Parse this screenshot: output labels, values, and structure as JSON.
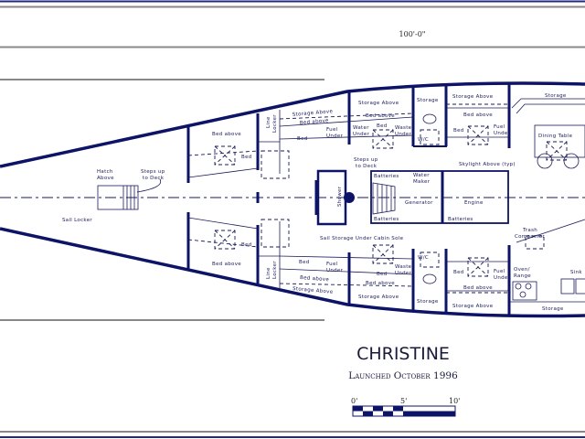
{
  "drawing": {
    "overall_length": "100'-0\"",
    "boat_name": "CHRISTINE",
    "launched": "Launched October 1996",
    "scale": {
      "labels": [
        "0'",
        "5'",
        "10'"
      ]
    },
    "colors": {
      "ink": "#0d1366",
      "rule": "#888888"
    }
  },
  "labels": {
    "hatch_above": [
      "Hatch",
      "Above"
    ],
    "steps_fwd": [
      "Steps up",
      "to Deck"
    ],
    "sail_locker": "Sail Locker",
    "bed_above_p": "Bed above",
    "bed_p": "Bed",
    "bed_above_s": "Bed above",
    "bed_s": "Bed",
    "line_locker_p": [
      "Line",
      "Locker"
    ],
    "line_locker_s": [
      "Line",
      "Locker"
    ],
    "storage_above_1p": "Storage Above",
    "bed_above_1p": "Bed above",
    "bed_1p": "Bed",
    "fuel_under_1p": [
      "Fuel",
      "Under"
    ],
    "storage_above_1s": "Storage Above",
    "bed_above_1s": "Bed above",
    "bed_1s": "Bed",
    "fuel_under_1s": [
      "Fuel",
      "Under"
    ],
    "storage_above_2p": "Storage Above",
    "bed_above_2p": "Bed above",
    "water_under": [
      "Water",
      "Under"
    ],
    "bed_2p": "Bed",
    "waste_under_2p": [
      "Waste",
      "Under"
    ],
    "storage_above_2s": "Storage Above",
    "bed_above_2s": "Bed above",
    "bed_2s": "Bed",
    "waste_under_2s": [
      "Waste",
      "Under"
    ],
    "steps_mid": [
      "Steps up",
      "to Deck"
    ],
    "shower": "Shower",
    "storage_p": "Storage",
    "storage_s": "Storage",
    "wc_p": "W/C",
    "wc_s": "W/C",
    "batteries_1": "Batteries",
    "batteries_2": "Batteries",
    "batteries_3": "Batteries",
    "water_maker": [
      "Water",
      "Maker"
    ],
    "generator": "Generator",
    "engine": "Engine",
    "sail_storage": "Sail Storage Under Cabin Sole",
    "storage_above_3p": "Storage Above",
    "bed_above_3p": "Bed above",
    "bed_3p": "Bed",
    "fuel_under_3p": [
      "Fuel",
      "Under"
    ],
    "skylight": "Skylight Above (typ)",
    "storage_above_3s": "Storage Above",
    "bed_above_3s": "Bed above",
    "bed_3s": "Bed",
    "fuel_under_3s": [
      "Fuel",
      "Under"
    ],
    "storage_aft_p": "Storage",
    "dining_table": "Dining Table",
    "trash_compactor": [
      "Trash",
      "Compactor"
    ],
    "oven_range": [
      "Oven/",
      "Range"
    ],
    "sink": "Sink",
    "storage_aft_s": "Storage"
  }
}
